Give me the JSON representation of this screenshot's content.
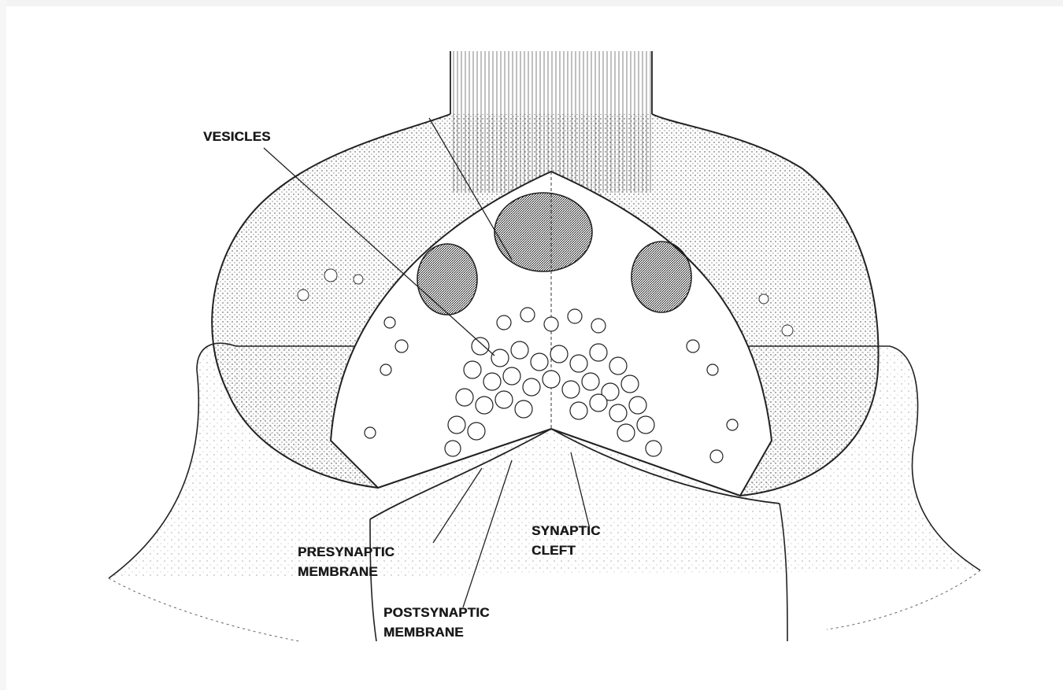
{
  "labels": {
    "vesicles": "VESICLES",
    "presynaptic_line1": "PRESYNAPTIC",
    "presynaptic_line2": "MEMBRANE",
    "synaptic_line1": "SYNAPTIC",
    "synaptic_line2": "CLEFT",
    "postsynaptic_line1": "POSTSYNAPTIC",
    "postsynaptic_line2": "MEMBRANE"
  },
  "colors": {
    "ink": "#1a1a1a",
    "paper": "#ffffff"
  }
}
